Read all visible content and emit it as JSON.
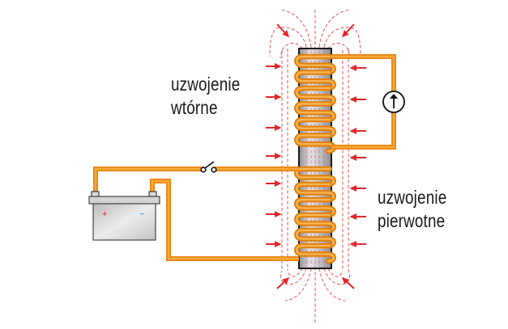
{
  "diagram": {
    "title": "",
    "labels": {
      "secondary_winding": [
        "uzwojenie",
        "wtórne"
      ],
      "primary_winding": [
        "uzwojenie",
        "pierwotne"
      ]
    },
    "battery": {
      "plus_label": "+",
      "minus_label": "−"
    },
    "meter": {
      "icon": "up-arrow-icon",
      "kind": "galvanometer"
    },
    "switch": {
      "state": "open"
    },
    "colors": {
      "wire": "#e8860f",
      "wire_highlight": "#f6a93a",
      "field_lines": "#e4484a",
      "field_arrows": "#e2262a",
      "core": "#b8b8bc",
      "core_border": "#1a1a1a",
      "battery_plus": "#d9242b",
      "battery_minus": "#2a7fc0"
    },
    "coils": {
      "secondary_turns": 6,
      "primary_turns": 6
    }
  }
}
